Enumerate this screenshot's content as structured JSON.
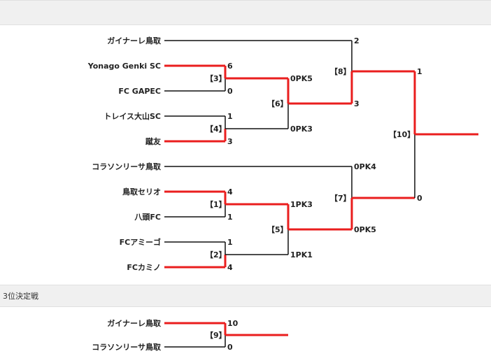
{
  "third_place": {
    "title": "3位決定戦"
  },
  "teams": [
    {
      "name": "ガイナーレ鳥取",
      "score": "2"
    },
    {
      "name": "Yonago Genki SC",
      "score": "6"
    },
    {
      "name": "FC GAPEC",
      "score": "0"
    },
    {
      "name": "トレイス大山SC",
      "score": "1"
    },
    {
      "name": "蹴友",
      "score": "3"
    },
    {
      "name": "コラソンリーサ鳥取",
      "score": "0PK4"
    },
    {
      "name": "鳥取セリオ",
      "score": "4"
    },
    {
      "name": "八頭FC",
      "score": "1"
    },
    {
      "name": "FCアミーゴ",
      "score": "1"
    },
    {
      "name": "FCカミノ",
      "score": "4"
    }
  ],
  "matches": {
    "m1": {
      "label": "【1】",
      "top_score": "1PK3",
      "bottom_score": "1PK1"
    },
    "m2": {
      "label": "【2】"
    },
    "m3": {
      "label": "【3】",
      "top_score": "0PK5",
      "bottom_score": "0PK3"
    },
    "m4": {
      "label": "【4】"
    },
    "m5": {
      "label": "【5】",
      "top_score": "0PK5"
    },
    "m6": {
      "label": "【6】",
      "top_score": "3"
    },
    "m7": {
      "label": "【7】",
      "bottom_score": "0"
    },
    "m8": {
      "label": "【8】",
      "top_score": "1"
    },
    "m9": {
      "label": "【9】"
    },
    "m10": {
      "label": "【10】"
    }
  },
  "third_place_match": {
    "teams": [
      {
        "name": "ガイナーレ鳥取",
        "score": "10"
      },
      {
        "name": "コラソンリーサ鳥取",
        "score": "0"
      }
    ]
  }
}
